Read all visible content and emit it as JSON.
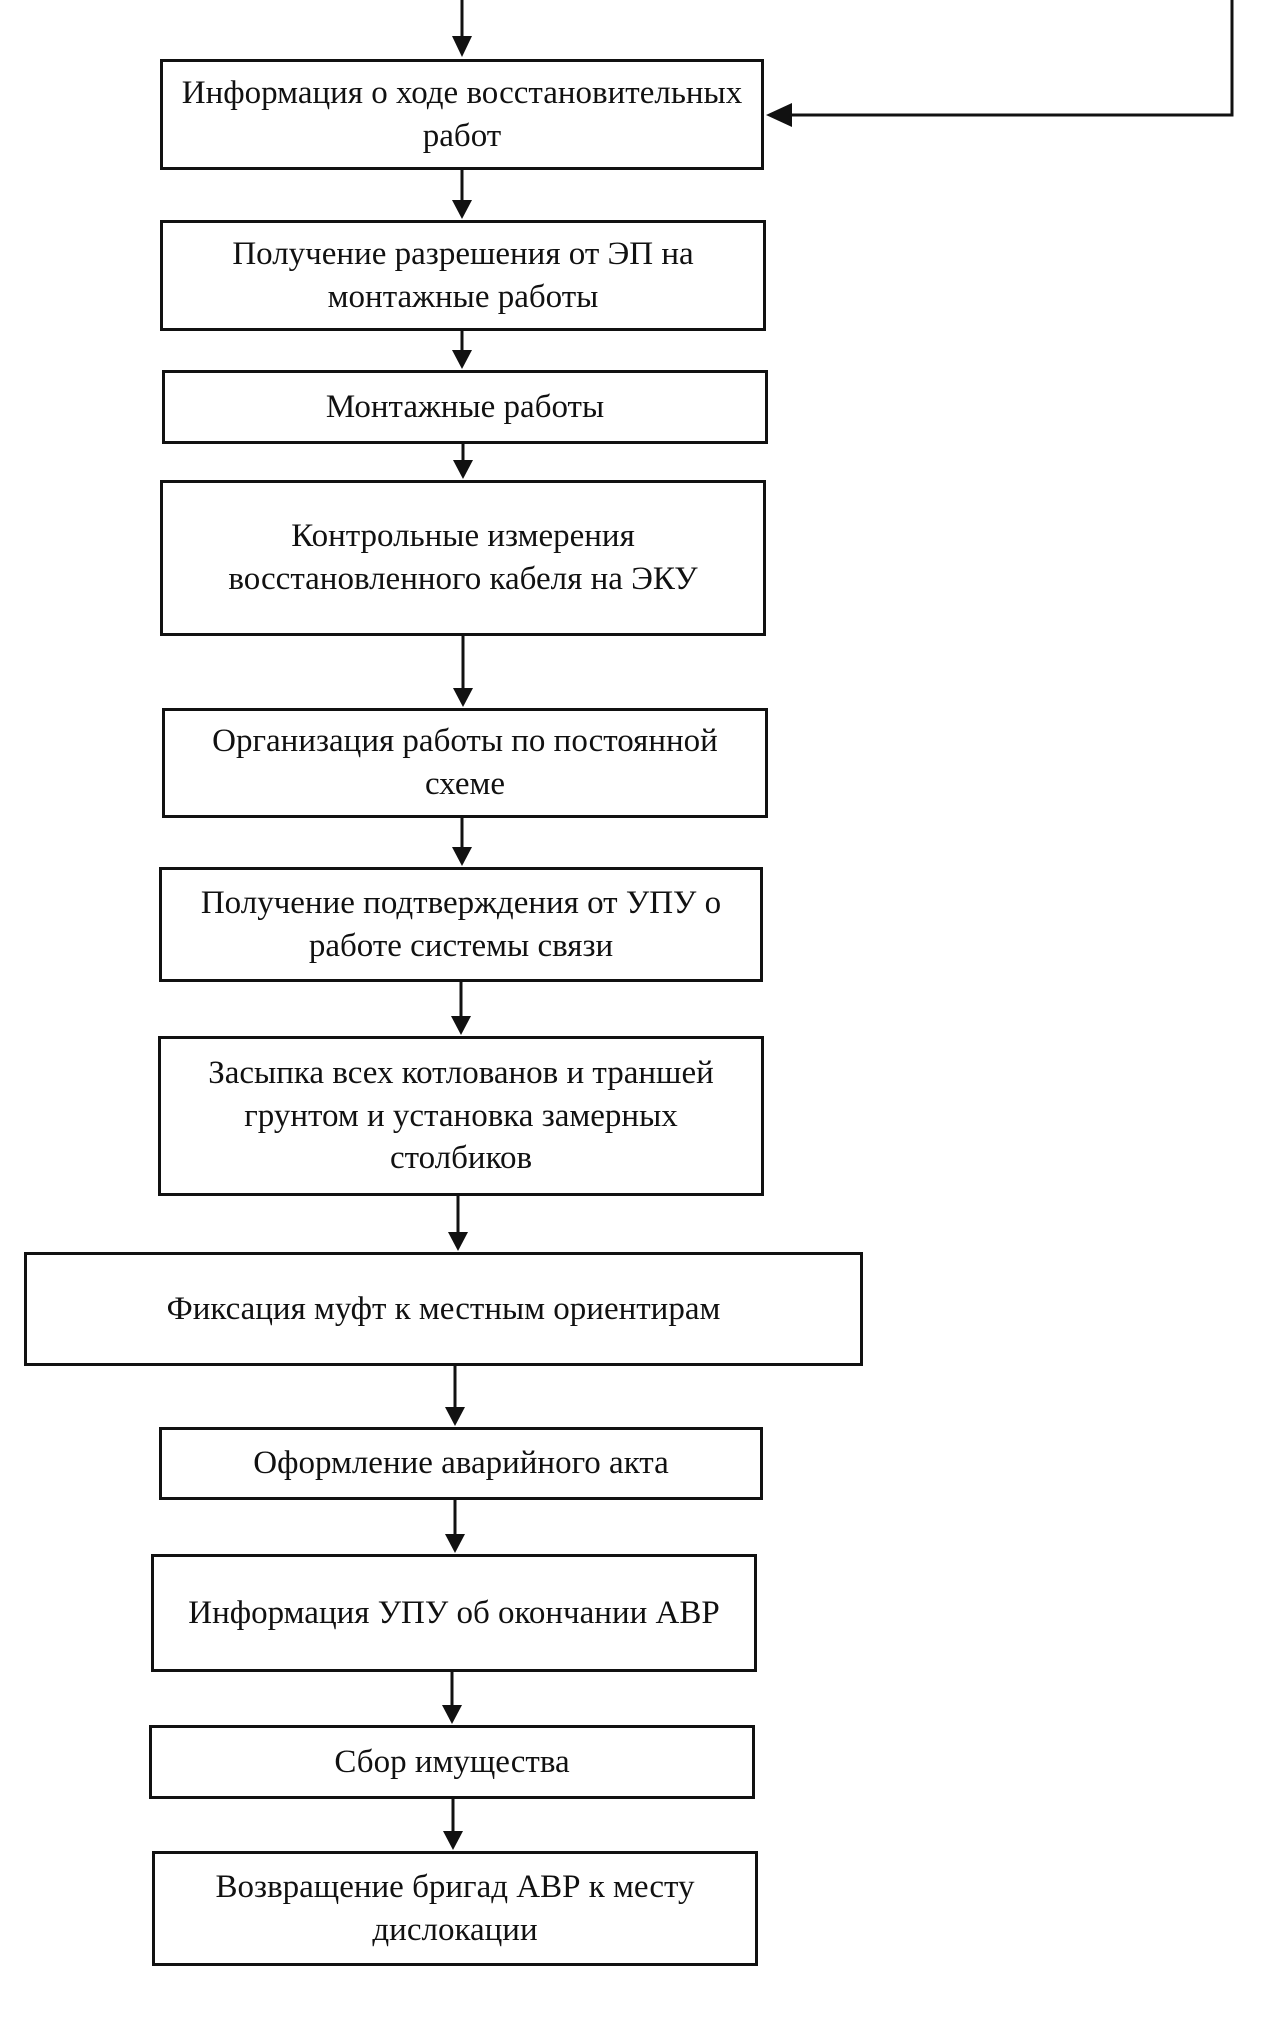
{
  "diagram": {
    "line_color": "#111111",
    "steps": [
      {
        "id": "info-progress",
        "text": "Информация о ходе восстановительных работ"
      },
      {
        "id": "permission-ep",
        "text": "Получение разрешения  от ЭП на монтажные работы"
      },
      {
        "id": "assembly-works",
        "text": "Монтажные работы"
      },
      {
        "id": "control-measurements",
        "text": "Контрольные измерения восстановленного кабеля на ЭКУ"
      },
      {
        "id": "permanent-scheme",
        "text": "Организация работы по постоянной схеме"
      },
      {
        "id": "confirmation-upu",
        "text": "Получение подтверждения от УПУ о работе системы связи"
      },
      {
        "id": "backfill",
        "text": "Засыпка всех котлованов и траншей грунтом и установка замерных столбиков"
      },
      {
        "id": "fixation",
        "text": "Фиксация муфт к местным ориентирам"
      },
      {
        "id": "emergency-act",
        "text": "Оформление аварийного акта"
      },
      {
        "id": "info-upu-end",
        "text": "Информация УПУ об окончании АВР"
      },
      {
        "id": "collect-property",
        "text": "Сбор имущества"
      },
      {
        "id": "return-brigades",
        "text": "Возвращение бригад АВР к месту дислокации"
      }
    ]
  }
}
